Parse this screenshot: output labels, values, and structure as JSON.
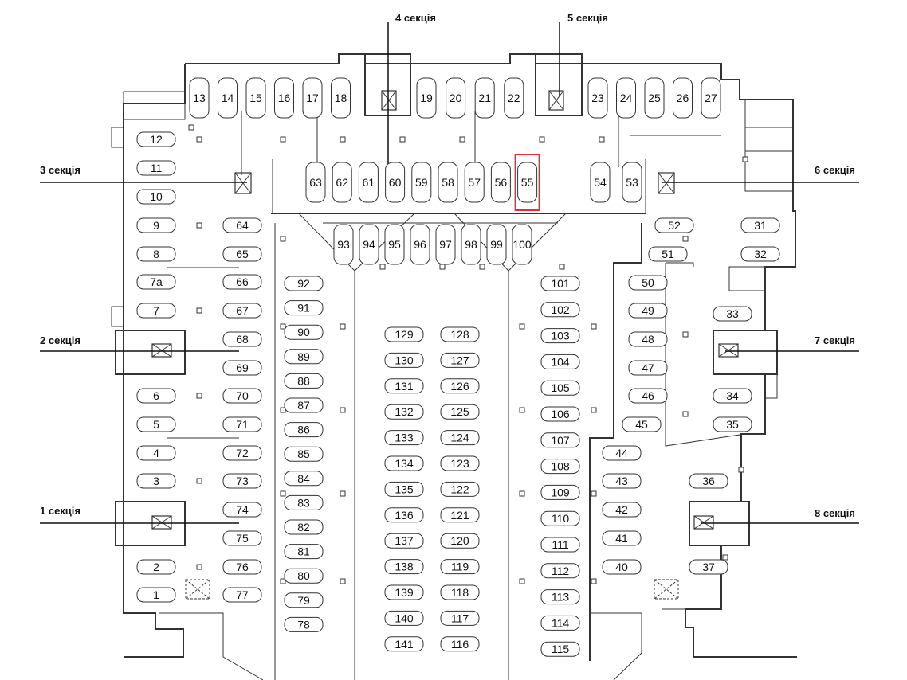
{
  "sections": {
    "s1": "1 секція",
    "s2": "2 секція",
    "s3": "3 секція",
    "s4": "4 секція",
    "s5": "5 секція",
    "s6": "6 секція",
    "s7": "7 секція",
    "s8": "8 секція"
  },
  "highlighted_space": "55",
  "spaces": {
    "top_row": [
      "13",
      "14",
      "15",
      "16",
      "17",
      "18",
      "19",
      "20",
      "21",
      "22",
      "23",
      "24",
      "25",
      "26",
      "27"
    ],
    "upper_middle_row": [
      "63",
      "62",
      "61",
      "60",
      "59",
      "58",
      "57",
      "56",
      "55",
      "54",
      "53"
    ],
    "wedge_row": [
      "93",
      "94",
      "95",
      "96",
      "97",
      "98",
      "99",
      "100"
    ],
    "left_outer_column": [
      "12",
      "11",
      "10",
      "9",
      "8",
      "7а",
      "7",
      "6",
      "5",
      "4",
      "3",
      "2",
      "1"
    ],
    "left_inner_column": [
      "64",
      "65",
      "66",
      "67",
      "68",
      "69",
      "70",
      "71",
      "72",
      "73",
      "74",
      "75",
      "76",
      "77"
    ],
    "left_center_column": [
      "92",
      "91",
      "90",
      "89",
      "88",
      "87",
      "86",
      "85",
      "84",
      "83",
      "82",
      "81",
      "80",
      "79",
      "78"
    ],
    "center_left_column": [
      "129",
      "130",
      "131",
      "132",
      "133",
      "134",
      "135",
      "136",
      "137",
      "138",
      "139",
      "140",
      "141"
    ],
    "center_right_column": [
      "128",
      "127",
      "126",
      "125",
      "124",
      "123",
      "122",
      "121",
      "120",
      "119",
      "118",
      "117",
      "116"
    ],
    "right_center_column": [
      "101",
      "102",
      "103",
      "104",
      "105",
      "106",
      "107",
      "108",
      "109",
      "110",
      "111",
      "112",
      "113",
      "114",
      "115"
    ],
    "right_inner_column": [
      "52",
      "51",
      "50",
      "49",
      "48",
      "47",
      "46",
      "45",
      "44",
      "43",
      "42",
      "41",
      "40"
    ],
    "right_outer_column": [
      "31",
      "32",
      "33",
      "34",
      "35",
      "36",
      "37"
    ]
  },
  "colors": {
    "line": "#333333",
    "highlight": "#e03030"
  }
}
